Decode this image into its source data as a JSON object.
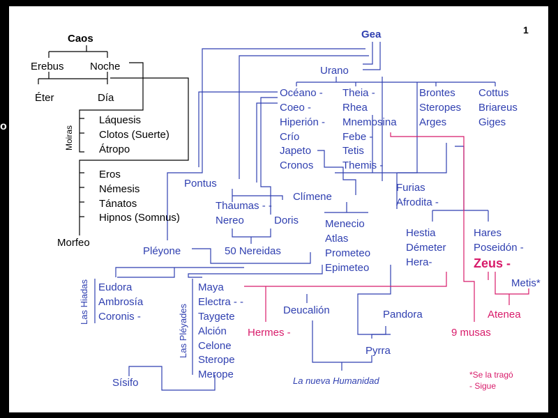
{
  "page_number": "1",
  "edge_mark": "o",
  "colors": {
    "blue": "#2f3fb0",
    "magenta": "#d81b6a",
    "black": "#000000"
  },
  "labels": {
    "caos": "Caos",
    "erebus": "Erebus",
    "noche": "Noche",
    "eter": "Éter",
    "dia": "Día",
    "moiras_group": "Moiras",
    "laquesis": "Láquesis",
    "clotos": "Clotos (Suerte)",
    "atropo": "Átropo",
    "eros": "Eros",
    "nemesis": "Némesis",
    "tanatos": "Tánatos",
    "hipnos": "Hipnos (Somnus)",
    "morfeo": "Morfeo",
    "gea": "Gea",
    "urano": "Urano",
    "oceano": "Océano -",
    "coeo": "Coeo -",
    "hiperion": "Hiperión -",
    "crio": "Crío",
    "japeto": "Japeto",
    "cronos": "Cronos",
    "theia": "Theia -",
    "rhea": "Rhea",
    "mnemosina": "Mnemosina",
    "febe": "Febe -",
    "tetis": "Tetis",
    "themis": "Themis -",
    "brontes": "Brontes",
    "sterop_cyc": "Steropes",
    "arges": "Arges",
    "cottus": "Cottus",
    "briareus": "Briareus",
    "giges": "Giges",
    "pontus": "Pontus",
    "thaumas": "Thaumas - -",
    "nereo": "Nereo",
    "doris": "Doris",
    "climene": "Clímene",
    "furias": "Furias",
    "afrodita": "Afrodita -",
    "menecio": "Menecio",
    "atlas": "Atlas",
    "prometeo": "Prometeo",
    "epimeteo": "Epimeteo",
    "hestia": "Hestia",
    "demeter": "Démeter",
    "hera": "Hera-",
    "hares": "Hares",
    "poseidon": "Poseidón -",
    "zeus": "Zeus -",
    "metis": "Metis*",
    "pleyone": "Pléyone",
    "nereidas": "50 Nereidas",
    "hiadas_group": "Las Hiadas",
    "eudora": "Eudora",
    "ambrosia": "Ambrosía",
    "coronis": "Coronis -",
    "pleyades_group": "Las Pléyades",
    "maya": "Maya",
    "electra": "Electra - -",
    "taygete": "Taygete",
    "alcion": "Alción",
    "celone": "Celone",
    "sterope": "Sterope",
    "merope": "Merope",
    "deucalion": "Deucalión",
    "pandora": "Pandora",
    "pyrra": "Pyrra",
    "hermes": "Hermes -",
    "musas": "9 musas",
    "atenea": "Atenea",
    "sisifo": "Sísifo",
    "humanidad": "La nueva Humanidad",
    "note1": "*Se la tragó",
    "note2": "- Sigue"
  }
}
